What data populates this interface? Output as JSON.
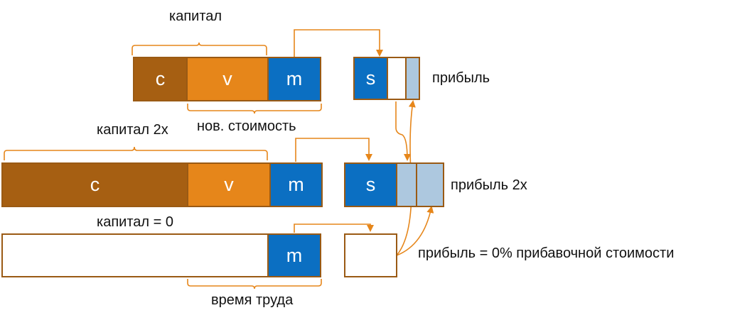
{
  "colors": {
    "constant_capital": "#a65f12",
    "variable_capital": "#e6861a",
    "surplus": "#0b6fc2",
    "profit_share": "#adc8df",
    "outline": "#9a5a14",
    "arrow": "#e6861a"
  },
  "row1": {
    "label_capital": "капитал",
    "label_new_value": "нов. стоимость",
    "c": "c",
    "v": "v",
    "m": "m",
    "s": "s",
    "label_profit": "прибыль"
  },
  "row2": {
    "label_capital": "капитал 2x",
    "c": "c",
    "v": "v",
    "m": "m",
    "s": "s",
    "label_profit": "прибыль 2x"
  },
  "row3": {
    "label_capital": "капитал = 0",
    "m": "m",
    "label_profit": "прибыль = 0% прибавочной стоимости",
    "label_labor_time": "время труда"
  }
}
